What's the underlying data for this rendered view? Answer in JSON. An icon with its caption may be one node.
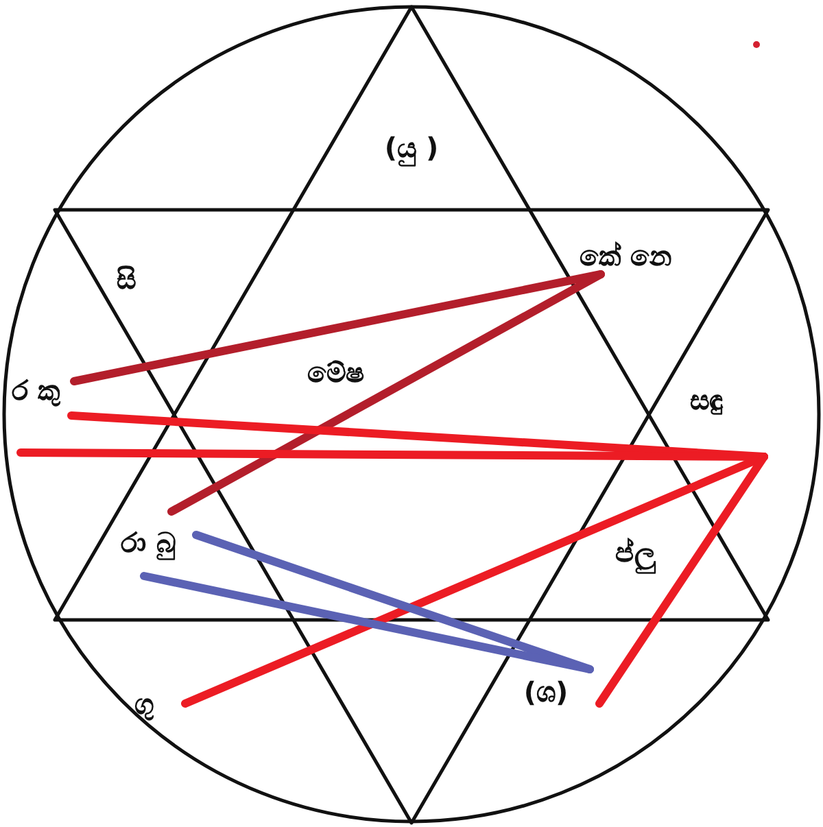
{
  "diagram": {
    "nodes": [
      {
        "text": [
          "කේ නෙ"
        ]
      },
      {
        "text": [
          "ර කු"
        ]
      },
      {
        "text": [
          "සඳු"
        ]
      },
      {
        "text": [
          "රා බු"
        ]
      },
      {
        "text": [
          "ගු"
        ]
      },
      {
        "text": [
          "(ශ)"
        ]
      }
    ],
    "edges": [
      {
        "from": 1,
        "to": 0,
        "arrow": "none",
        "color": "#b31e2b"
      },
      {
        "from": 3,
        "to": 0,
        "arrow": "none",
        "color": "#b31e2b"
      },
      {
        "from": 1,
        "to": 2,
        "arrow": "none"
      },
      {
        "from": 1,
        "to": 2,
        "arrow": "none"
      },
      {
        "from": 4,
        "to": 2,
        "arrow": "none"
      },
      {
        "from": 5,
        "to": 2,
        "arrow": "none"
      },
      {
        "from": 3,
        "to": 5,
        "arrow": "none",
        "color": "#5b62b4"
      },
      {
        "from": 3,
        "to": 5,
        "arrow": "none",
        "color": "#5b62b4"
      }
    ],
    "labels": [
      "(යු )",
      "සි",
      "මේෂ",
      "ප්ලු"
    ]
  }
}
